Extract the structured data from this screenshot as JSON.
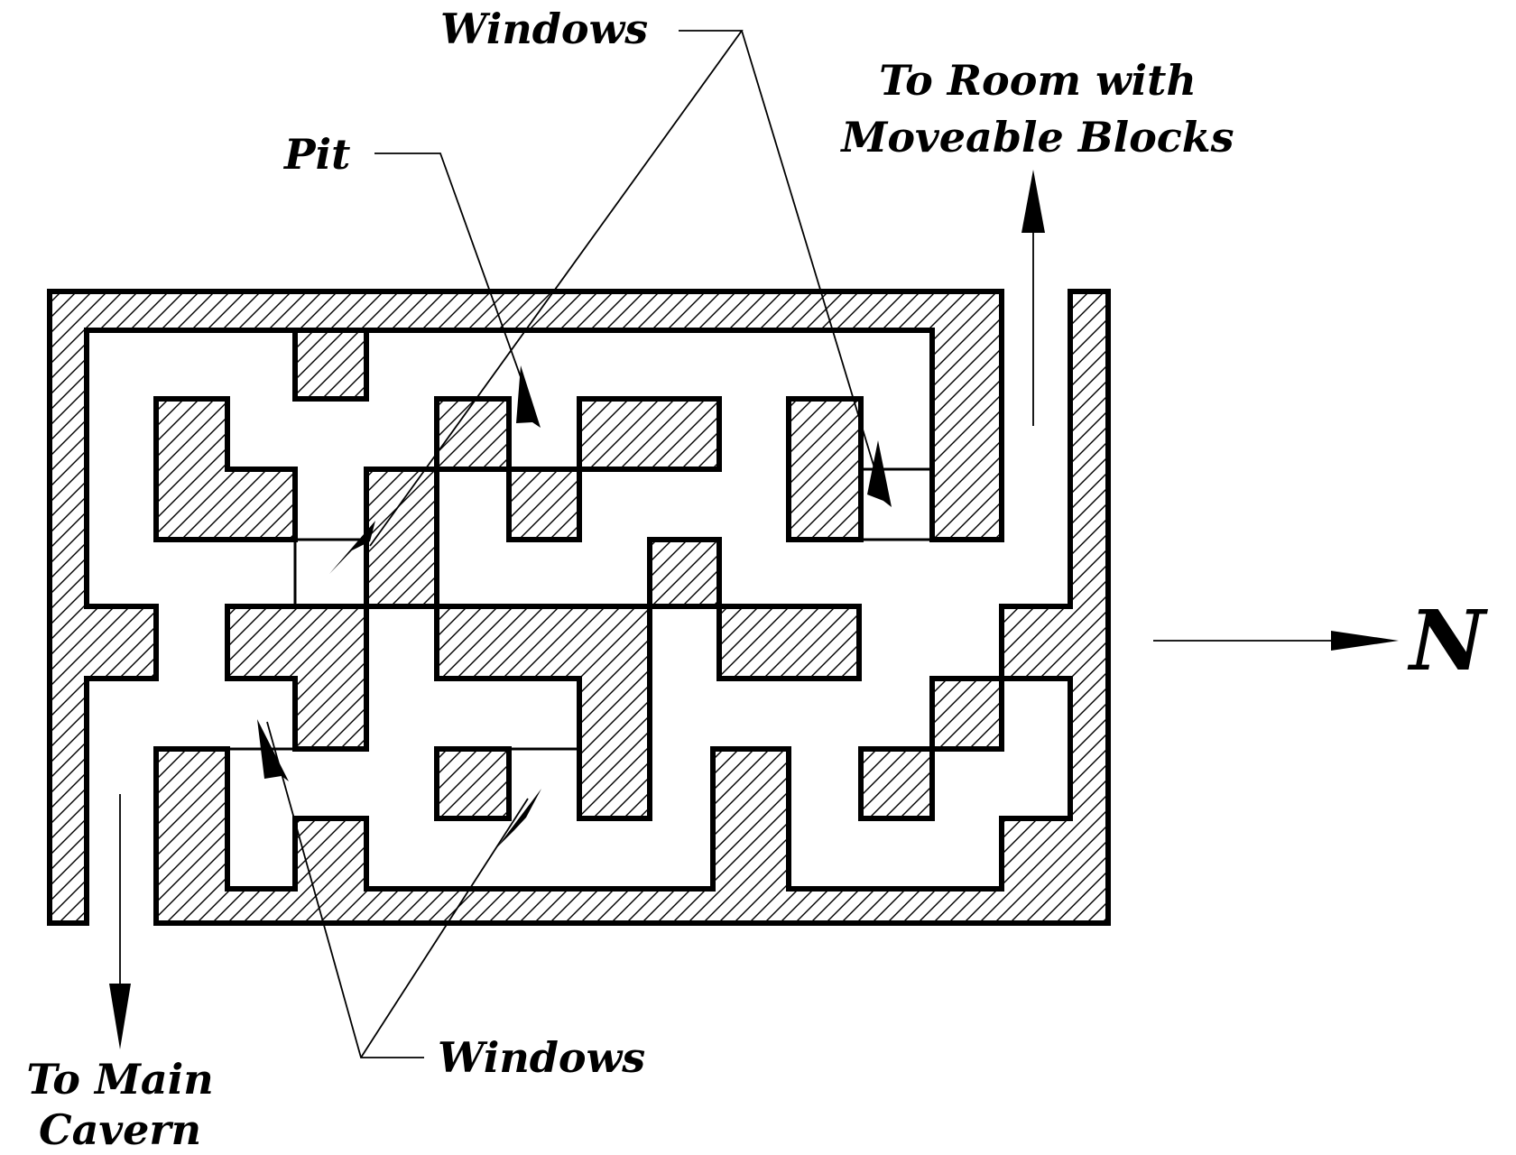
{
  "diagram": {
    "labels": {
      "windows_top": "Windows",
      "room_line1": "To Room with",
      "room_line2": "Moveable Blocks",
      "pit": "Pit",
      "north": "N",
      "windows_bottom": "Windows",
      "main_line1": "To Main",
      "main_line2": "Cavern"
    },
    "colors": {
      "ink": "#000000",
      "paper": "#ffffff"
    }
  }
}
